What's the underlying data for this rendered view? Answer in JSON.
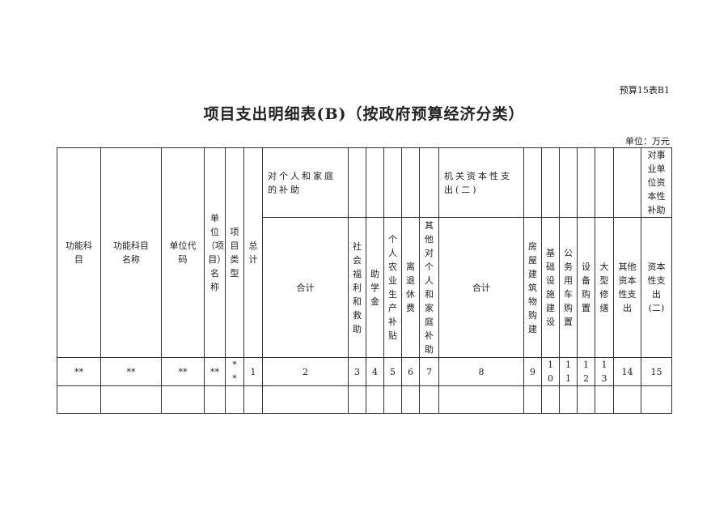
{
  "form_code": "预算15表B1",
  "title": "项目支出明细表(B)（按政府预算经济分类）",
  "unit": "单位：万元",
  "headers": {
    "func_subject": "功能科目",
    "func_subject_name": "功能科目名称",
    "unit_code": "单位代码",
    "unit_name": "单位（项目）名称",
    "project_type": "项目类型",
    "total": "总计",
    "personal_subsidy": "对个人和家庭的补助",
    "capital_exp": "机关资本性支出(二)",
    "pub_capital": "对事业单位资本性补助",
    "subtotal1": "合计",
    "social_welfare": "社会福利和救助",
    "scholarship": "助学金",
    "agri_subsidy": "个人农业生产补贴",
    "retire": "离退休费",
    "other_personal": "其他对个人和家庭补助",
    "subtotal2": "合计",
    "building": "房屋建筑物购建",
    "infra": "基础设施建设",
    "vehicle": "公务用车购置",
    "equip": "设备购置",
    "repair": "大型修缮",
    "other_capital": "其他资本性支出",
    "capital2": "资本性支出(二)"
  },
  "index_row": [
    "**",
    "**",
    "**",
    "**",
    "**",
    "1",
    "2",
    "3",
    "4",
    "5",
    "6",
    "7",
    "8",
    "9",
    "10",
    "11",
    "12",
    "13",
    "14",
    "15"
  ]
}
